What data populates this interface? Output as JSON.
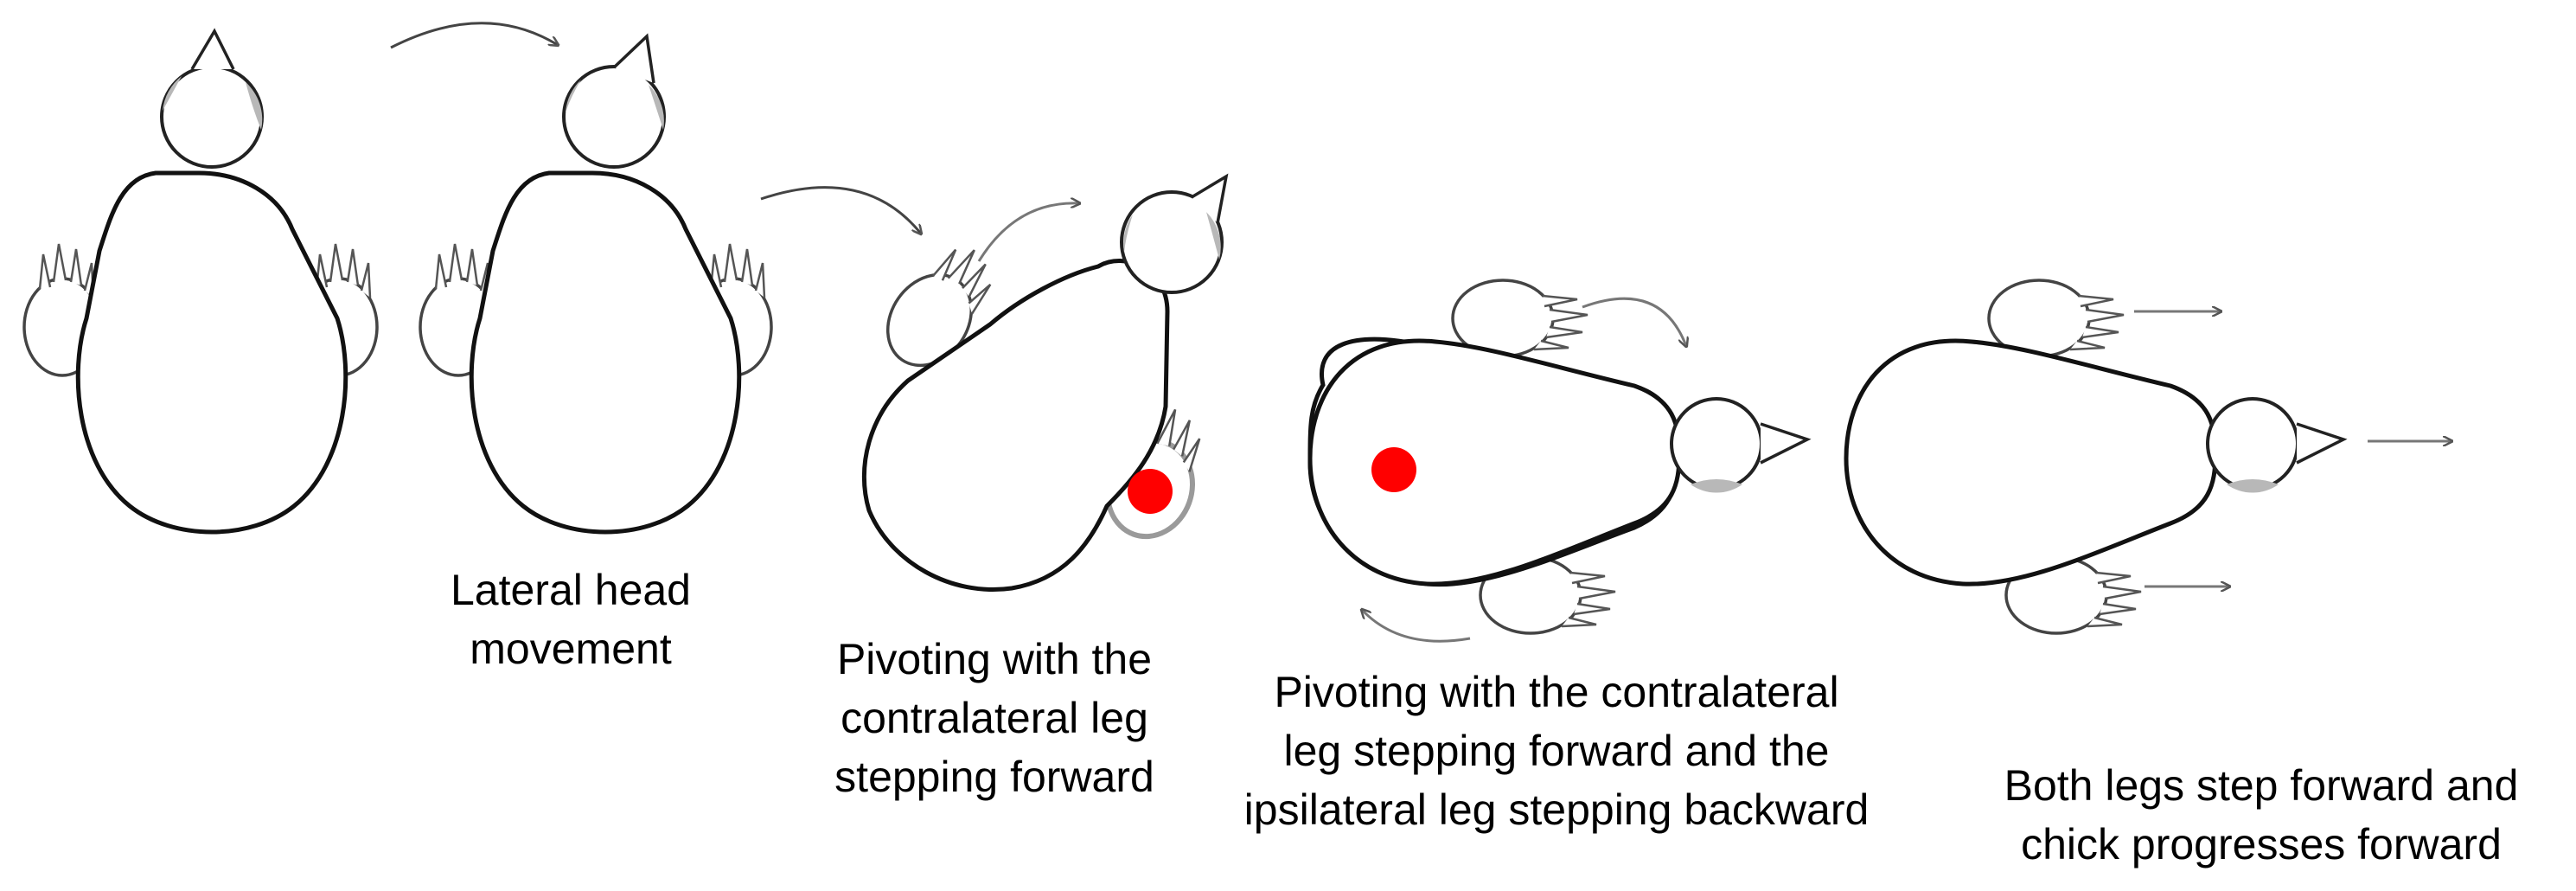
{
  "captions": {
    "step2": [
      "Lateral head",
      "movement"
    ],
    "step3": [
      "Pivoting with the",
      "contralateral leg",
      "stepping forward"
    ],
    "step4": [
      "Pivoting with the contralateral",
      "leg stepping forward and the",
      "ipsilateral leg stepping backward"
    ],
    "step5": [
      "Both legs step forward and",
      "chick progresses forward"
    ]
  },
  "colors": {
    "outline": "#111111",
    "pivot_marker": "#ff0000",
    "arrow": "#777777",
    "shading": "#b8b8b8"
  }
}
